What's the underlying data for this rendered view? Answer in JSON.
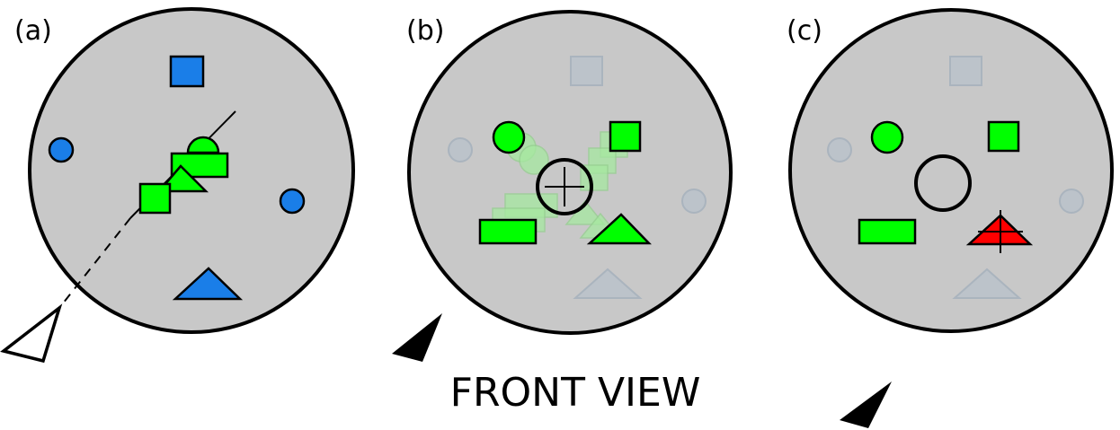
{
  "panels": [
    {
      "id": "a",
      "label": "(a)"
    },
    {
      "id": "b",
      "label": "(b)"
    },
    {
      "id": "c",
      "label": "(c)"
    }
  ],
  "caption": "FRONT VIEW",
  "colors": {
    "disk": "#c8c8c8",
    "outline": "#000000",
    "blue": "#1a7ee8",
    "green": "#00ff00",
    "red": "#ff0000",
    "faded_blue": "#b6c2cf",
    "faded_green": "#a6e8a0",
    "faded_gray": "#bcc3ca",
    "white": "#ffffff"
  },
  "icons": {
    "viewer_outline": "hollow-viewer-arrowhead-icon",
    "viewer_solid": "solid-viewer-arrowhead-icon",
    "crosshair": "crosshair-icon",
    "target_ring": "target-ring-icon"
  }
}
